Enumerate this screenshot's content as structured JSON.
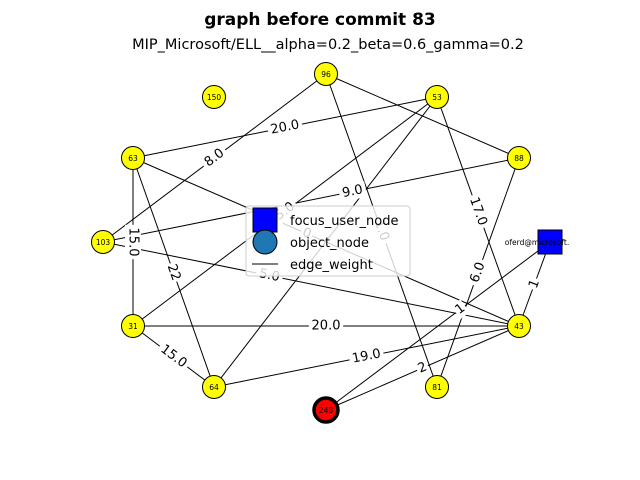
{
  "title": "graph before commit 83",
  "subtitle": "MIP_Microsoft/ELL__alpha=0.2_beta=0.6_gamma=0.2",
  "colors": {
    "object_node": "#ffff00",
    "focus_object_node": "#ff0000",
    "focus_user_node": "#0000ff",
    "legend_object_node": "#1f77b4",
    "edge": "#000000"
  },
  "nodes": [
    {
      "id": "96",
      "label": "96",
      "type": "object"
    },
    {
      "id": "150",
      "label": "150",
      "type": "object"
    },
    {
      "id": "53",
      "label": "53",
      "type": "object"
    },
    {
      "id": "63",
      "label": "63",
      "type": "object"
    },
    {
      "id": "88",
      "label": "88",
      "type": "object"
    },
    {
      "id": "103",
      "label": "103",
      "type": "object"
    },
    {
      "id": "user",
      "label": "oferd@microsoft.",
      "type": "user"
    },
    {
      "id": "31",
      "label": "31",
      "type": "object"
    },
    {
      "id": "43",
      "label": "43",
      "type": "object"
    },
    {
      "id": "64",
      "label": "64",
      "type": "object"
    },
    {
      "id": "81",
      "label": "81",
      "type": "object"
    },
    {
      "id": "248",
      "label": "248",
      "type": "focus"
    }
  ],
  "edges": [
    {
      "source": "63",
      "target": "53",
      "weight": "20.0"
    },
    {
      "source": "63",
      "target": "31",
      "weight": "15.0"
    },
    {
      "source": "63",
      "target": "64",
      "weight": "22"
    },
    {
      "source": "63",
      "target": "43",
      "weight": "0"
    },
    {
      "source": "96",
      "target": "103",
      "weight": "8.0"
    },
    {
      "source": "96",
      "target": "88",
      "weight": ""
    },
    {
      "source": "96",
      "target": "81",
      "weight": "1.0"
    },
    {
      "source": "53",
      "target": "31",
      "weight": "5.0"
    },
    {
      "source": "53",
      "target": "43",
      "weight": "17.0"
    },
    {
      "source": "88",
      "target": "103",
      "weight": "9.0"
    },
    {
      "source": "88",
      "target": "81",
      "weight": "6.0"
    },
    {
      "source": "103",
      "target": "43",
      "weight": "5.0"
    },
    {
      "source": "31",
      "target": "43",
      "weight": "20.0"
    },
    {
      "source": "31",
      "target": "64",
      "weight": "15.0"
    },
    {
      "source": "64",
      "target": "43",
      "weight": "19.0"
    },
    {
      "source": "user",
      "target": "43",
      "weight": "1"
    },
    {
      "source": "user",
      "target": "248",
      "weight": "1"
    },
    {
      "source": "43",
      "target": "248",
      "weight": "2"
    },
    {
      "source": "64",
      "target": "53",
      "weight": ""
    }
  ],
  "legend": {
    "items": [
      {
        "label": "focus_user_node",
        "marker": "square"
      },
      {
        "label": "object_node",
        "marker": "circle"
      },
      {
        "label": "edge_weight",
        "marker": "line"
      }
    ]
  }
}
